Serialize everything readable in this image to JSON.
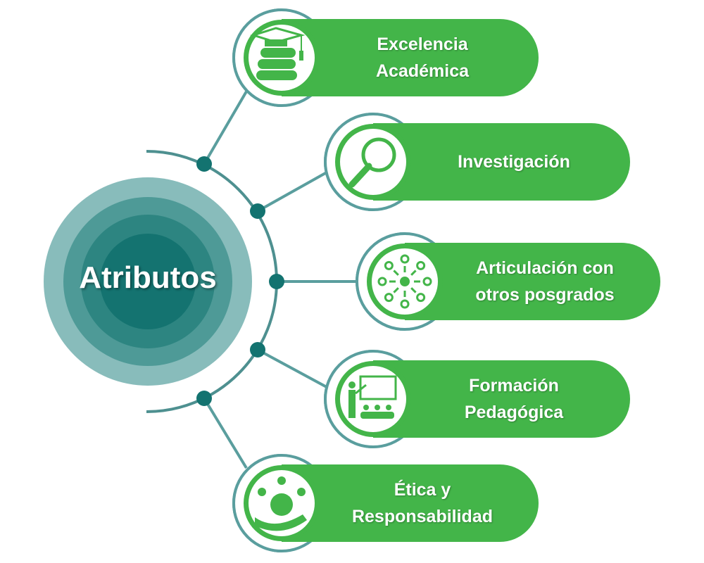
{
  "center": {
    "title": "Atributos"
  },
  "items": [
    {
      "label": "Excelencia\nAcadémica",
      "icon": "graduation-books-icon"
    },
    {
      "label": "Investigación",
      "icon": "magnifier-icon"
    },
    {
      "label": "Articulación con\notros posgrados",
      "icon": "network-icon"
    },
    {
      "label": "Formación\nPedagógica",
      "icon": "teacher-class-icon"
    },
    {
      "label": "Ética y\nResponsabilidad",
      "icon": "people-globe-hand-icon"
    }
  ],
  "colors": {
    "green": "#43b549",
    "ring": "#5a9e9e",
    "dot": "#137370"
  }
}
